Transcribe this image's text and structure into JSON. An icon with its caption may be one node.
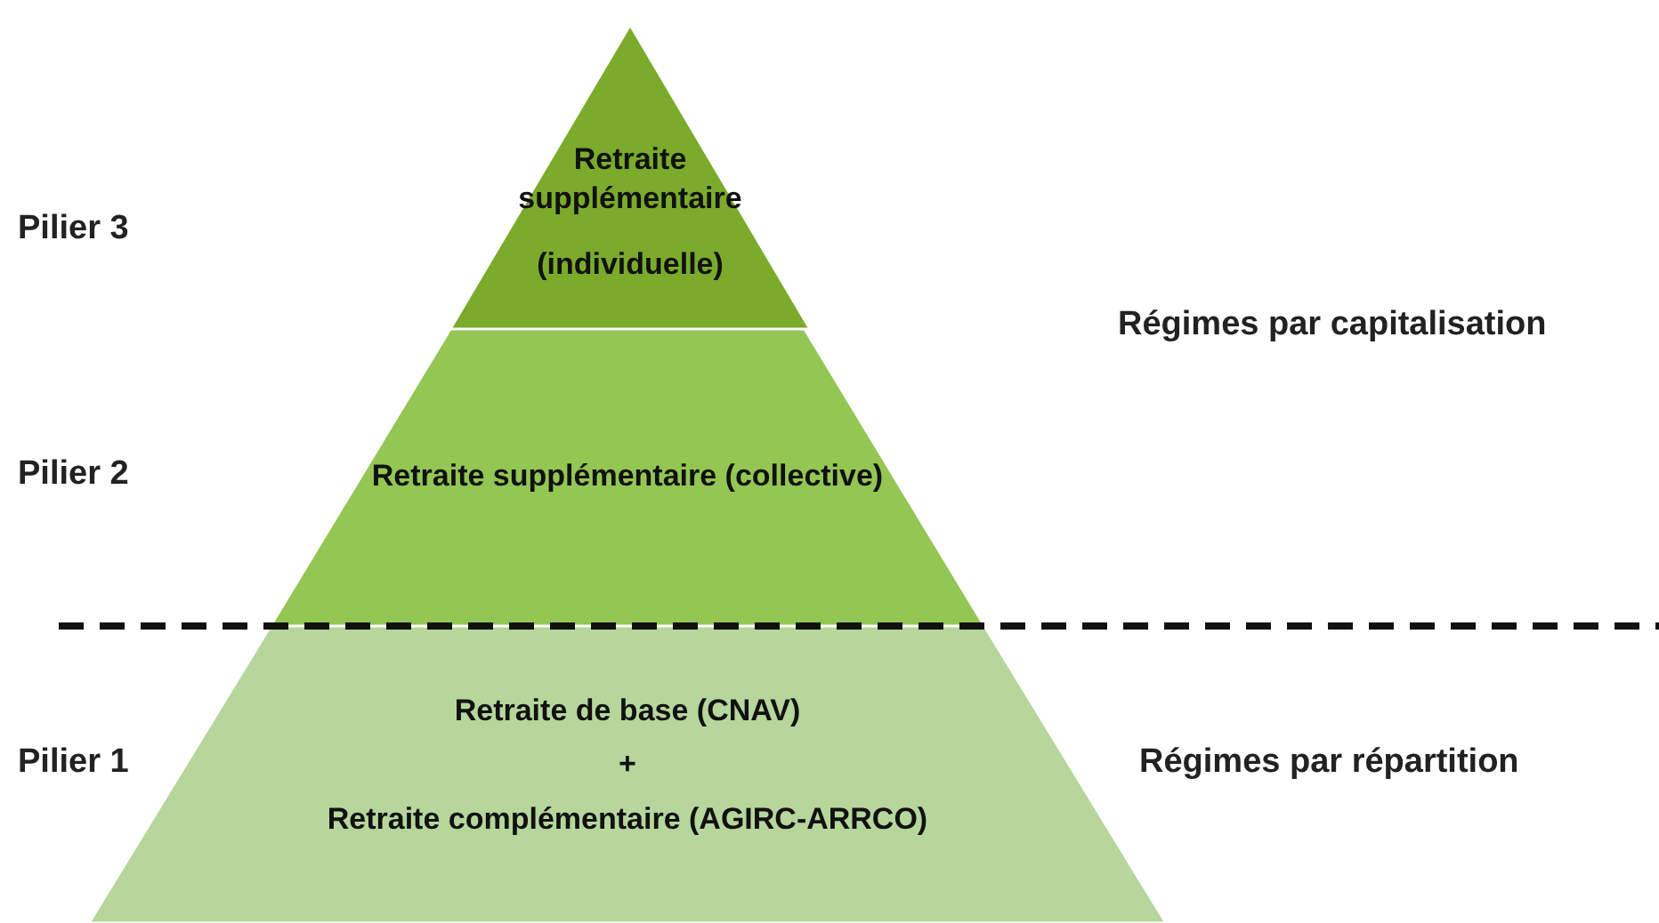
{
  "diagram": {
    "nodes": [
      {
        "text": [
          "Retraite supplémentaire",
          "(individuelle)"
        ]
      },
      {
        "text": [
          "Retraite supplémentaire (collective)"
        ]
      },
      {
        "text": [
          "Retraite de base (CNAV)",
          "+",
          "Retraite complémentaire (AGIRC-ARRCO)"
        ]
      }
    ],
    "edges": [],
    "labels": [
      "Pilier 3",
      "Régimes par capitalisation",
      "Pilier 2",
      "Pilier 1",
      "Régimes par répartition"
    ]
  }
}
